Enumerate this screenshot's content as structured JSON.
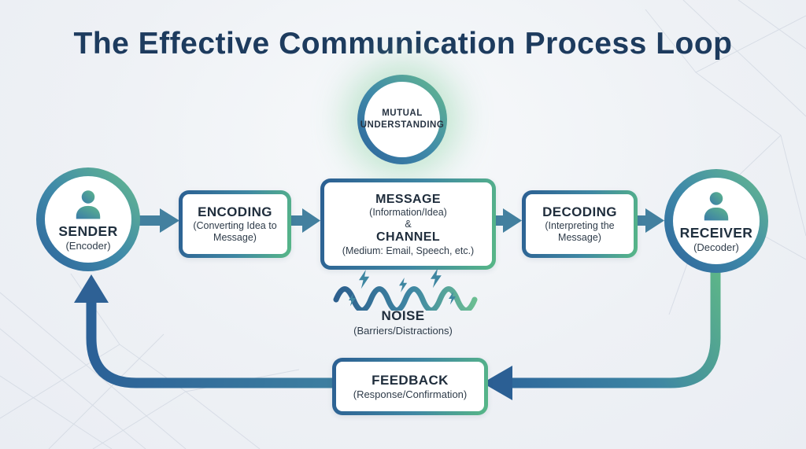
{
  "title": "The Effective Communication Process Loop",
  "colors": {
    "title_navy": "#1d3b5e",
    "accent_blue": "#2b6197",
    "accent_teal": "#3f86a2",
    "accent_green": "#5fbb8c",
    "background": "#eef1f5"
  },
  "mutual_understanding": {
    "label": "MUTUAL UNDERSTANDING"
  },
  "sender": {
    "label": "SENDER",
    "sublabel": "(Encoder)"
  },
  "encoding": {
    "label": "ENCODING",
    "sublabel": "(Converting Idea to Message)"
  },
  "message_channel": {
    "message_label": "MESSAGE",
    "message_sublabel": "(Information/Idea)",
    "connector": "&",
    "channel_label": "CHANNEL",
    "channel_sublabel": "(Medium: Email, Speech, etc.)"
  },
  "decoding": {
    "label": "DECODING",
    "sublabel": "(Interpreting the Message)"
  },
  "receiver": {
    "label": "RECEIVER",
    "sublabel": "(Decoder)"
  },
  "noise": {
    "label": "NOISE",
    "sublabel": "(Barriers/Distractions)"
  },
  "feedback": {
    "label": "FEEDBACK",
    "sublabel": "(Response/Confirmation)"
  }
}
